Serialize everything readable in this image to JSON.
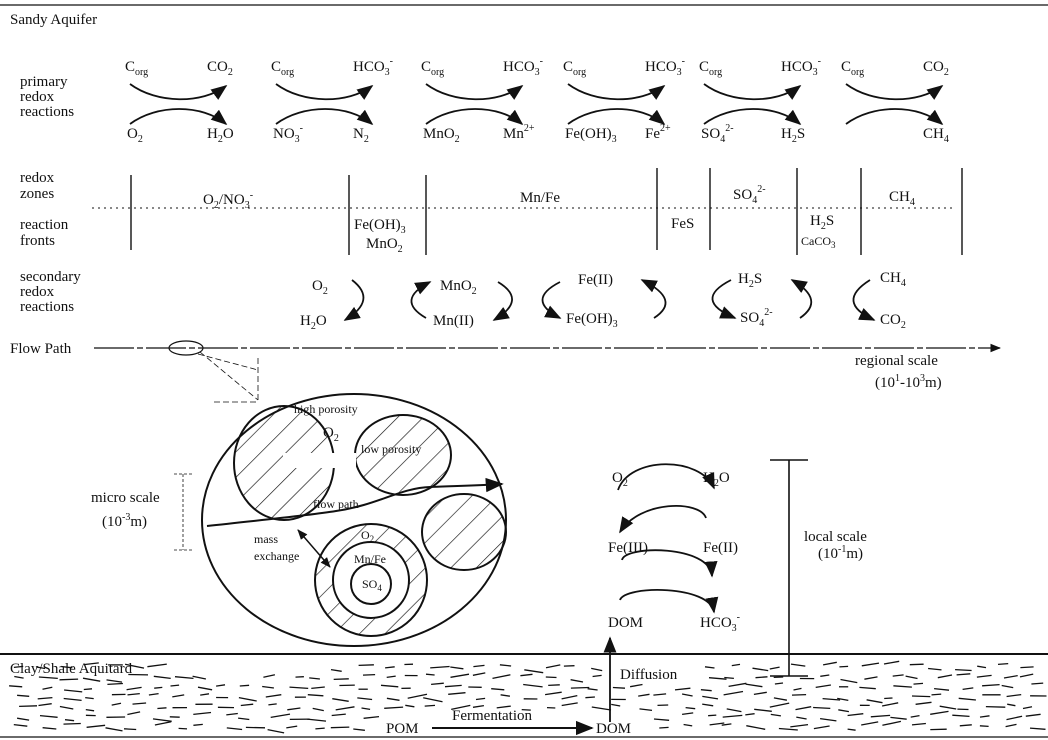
{
  "sections": {
    "top": "Sandy Aquifer",
    "bottom": "Clay/Shale Aquitard"
  },
  "row_labels": {
    "primary": [
      "primary",
      "redox",
      "reactions"
    ],
    "zones": [
      "redox",
      "zones"
    ],
    "fronts": [
      "reaction",
      "fronts"
    ],
    "secondary": [
      "secondary",
      "redox",
      "reactions"
    ]
  },
  "primary_reactions": [
    {
      "tl": "C",
      "tl_sub": "org",
      "tr": "CO",
      "tr_sub": "2",
      "tr_sup": "",
      "bl": "O",
      "bl_sub": "2",
      "bl_sup": "",
      "br": "H",
      "br_sub": "2",
      "br_tail": "O",
      "br_sup": ""
    },
    {
      "tl": "C",
      "tl_sub": "org",
      "tr": "HCO",
      "tr_sub": "3",
      "tr_sup": "-",
      "bl": "NO",
      "bl_sub": "3",
      "bl_sup": "-",
      "br": "N",
      "br_sub": "2",
      "br_tail": "",
      "br_sup": ""
    },
    {
      "tl": "C",
      "tl_sub": "org",
      "tr": "HCO",
      "tr_sub": "3",
      "tr_sup": "-",
      "bl": "MnO",
      "bl_sub": "2",
      "bl_sup": "",
      "br": "Mn",
      "br_sub": "",
      "br_tail": "",
      "br_sup": "2+"
    },
    {
      "tl": "C",
      "tl_sub": "org",
      "tr": "HCO",
      "tr_sub": "3",
      "tr_sup": "-",
      "bl": "Fe(OH)",
      "bl_sub": "3",
      "bl_sup": "",
      "br": "Fe",
      "br_sub": "",
      "br_tail": "",
      "br_sup": "2+"
    },
    {
      "tl": "C",
      "tl_sub": "org",
      "tr": "HCO",
      "tr_sub": "3",
      "tr_sup": "-",
      "bl": "SO",
      "bl_sub": "4",
      "bl_sup": "2-",
      "br": "H",
      "br_sub": "2",
      "br_tail": "S",
      "br_sup": ""
    },
    {
      "tl": "C",
      "tl_sub": "org",
      "tr": "CO",
      "tr_sub": "2",
      "tr_sup": "",
      "bl": "",
      "bl_sub": "",
      "bl_sup": "",
      "br": "CH",
      "br_sub": "4",
      "br_tail": "",
      "br_sup": ""
    }
  ],
  "zones": {
    "o2no3": {
      "main": "O",
      "sub1": "2",
      "mid": "/NO",
      "sub2": "3",
      "sup": "-"
    },
    "mnfe": "Mn/Fe",
    "so4": {
      "main": "SO",
      "sub": "4",
      "sup": "2-"
    },
    "ch4": {
      "main": "CH",
      "sub": "4"
    }
  },
  "fronts": {
    "feoh3": {
      "main": "Fe(OH)",
      "sub": "3"
    },
    "mno2": {
      "main": "MnO",
      "sub": "2"
    },
    "fes": "FeS",
    "h2s": {
      "main": "H",
      "sub": "2",
      "tail": "S"
    },
    "caco3": {
      "main": "CaCO",
      "sub": "3"
    }
  },
  "secondary": {
    "o2": {
      "main": "O",
      "sub": "2"
    },
    "h2o": {
      "main": "H",
      "sub": "2",
      "tail": "O"
    },
    "mno2": {
      "main": "MnO",
      "sub": "2"
    },
    "mnii": "Mn(II)",
    "feii": "Fe(II)",
    "feoh3": {
      "main": "Fe(OH)",
      "sub": "3"
    },
    "h2s": {
      "main": "H",
      "sub": "2",
      "tail": "S"
    },
    "so4": {
      "main": "SO",
      "sub": "4",
      "sup": "2-"
    },
    "ch4": {
      "main": "CH",
      "sub": "4"
    },
    "co2": {
      "main": "CO",
      "sub": "2"
    }
  },
  "flow": {
    "label": "Flow Path",
    "regional": "regional scale",
    "regional_range": {
      "open": "(10",
      "sup1": "1",
      "mid": "-10",
      "sup2": "3",
      "close": "m)"
    }
  },
  "micro": {
    "high_porosity": "high porosity",
    "o2": {
      "main": "O",
      "sub": "2"
    },
    "low_porosity": "low porosity",
    "flow_path": "flow path",
    "mass_exchange": [
      "mass",
      "exchange"
    ],
    "core_o2": {
      "main": "O",
      "sub": "2"
    },
    "core_mnfe": "Mn/Fe",
    "core_so4": {
      "main": "SO",
      "sub": "4"
    },
    "scale": "micro scale",
    "scale_range": {
      "open": "(10",
      "sup": "-3",
      "close": "m)"
    }
  },
  "local": {
    "o2": {
      "main": "O",
      "sub": "2"
    },
    "h2o": {
      "main": "H",
      "sub": "2",
      "tail": "O"
    },
    "feiii": "Fe(III)",
    "feii": "Fe(II)",
    "dom": "DOM",
    "hco3": {
      "main": "HCO",
      "sub": "3",
      "sup": "-"
    },
    "scale": "local scale",
    "scale_range": {
      "open": "(10",
      "sup": "-1",
      "close": "m)"
    }
  },
  "aquitard": {
    "diffusion": "Diffusion",
    "pom": "POM",
    "fermentation": "Fermentation",
    "dom": "DOM"
  }
}
